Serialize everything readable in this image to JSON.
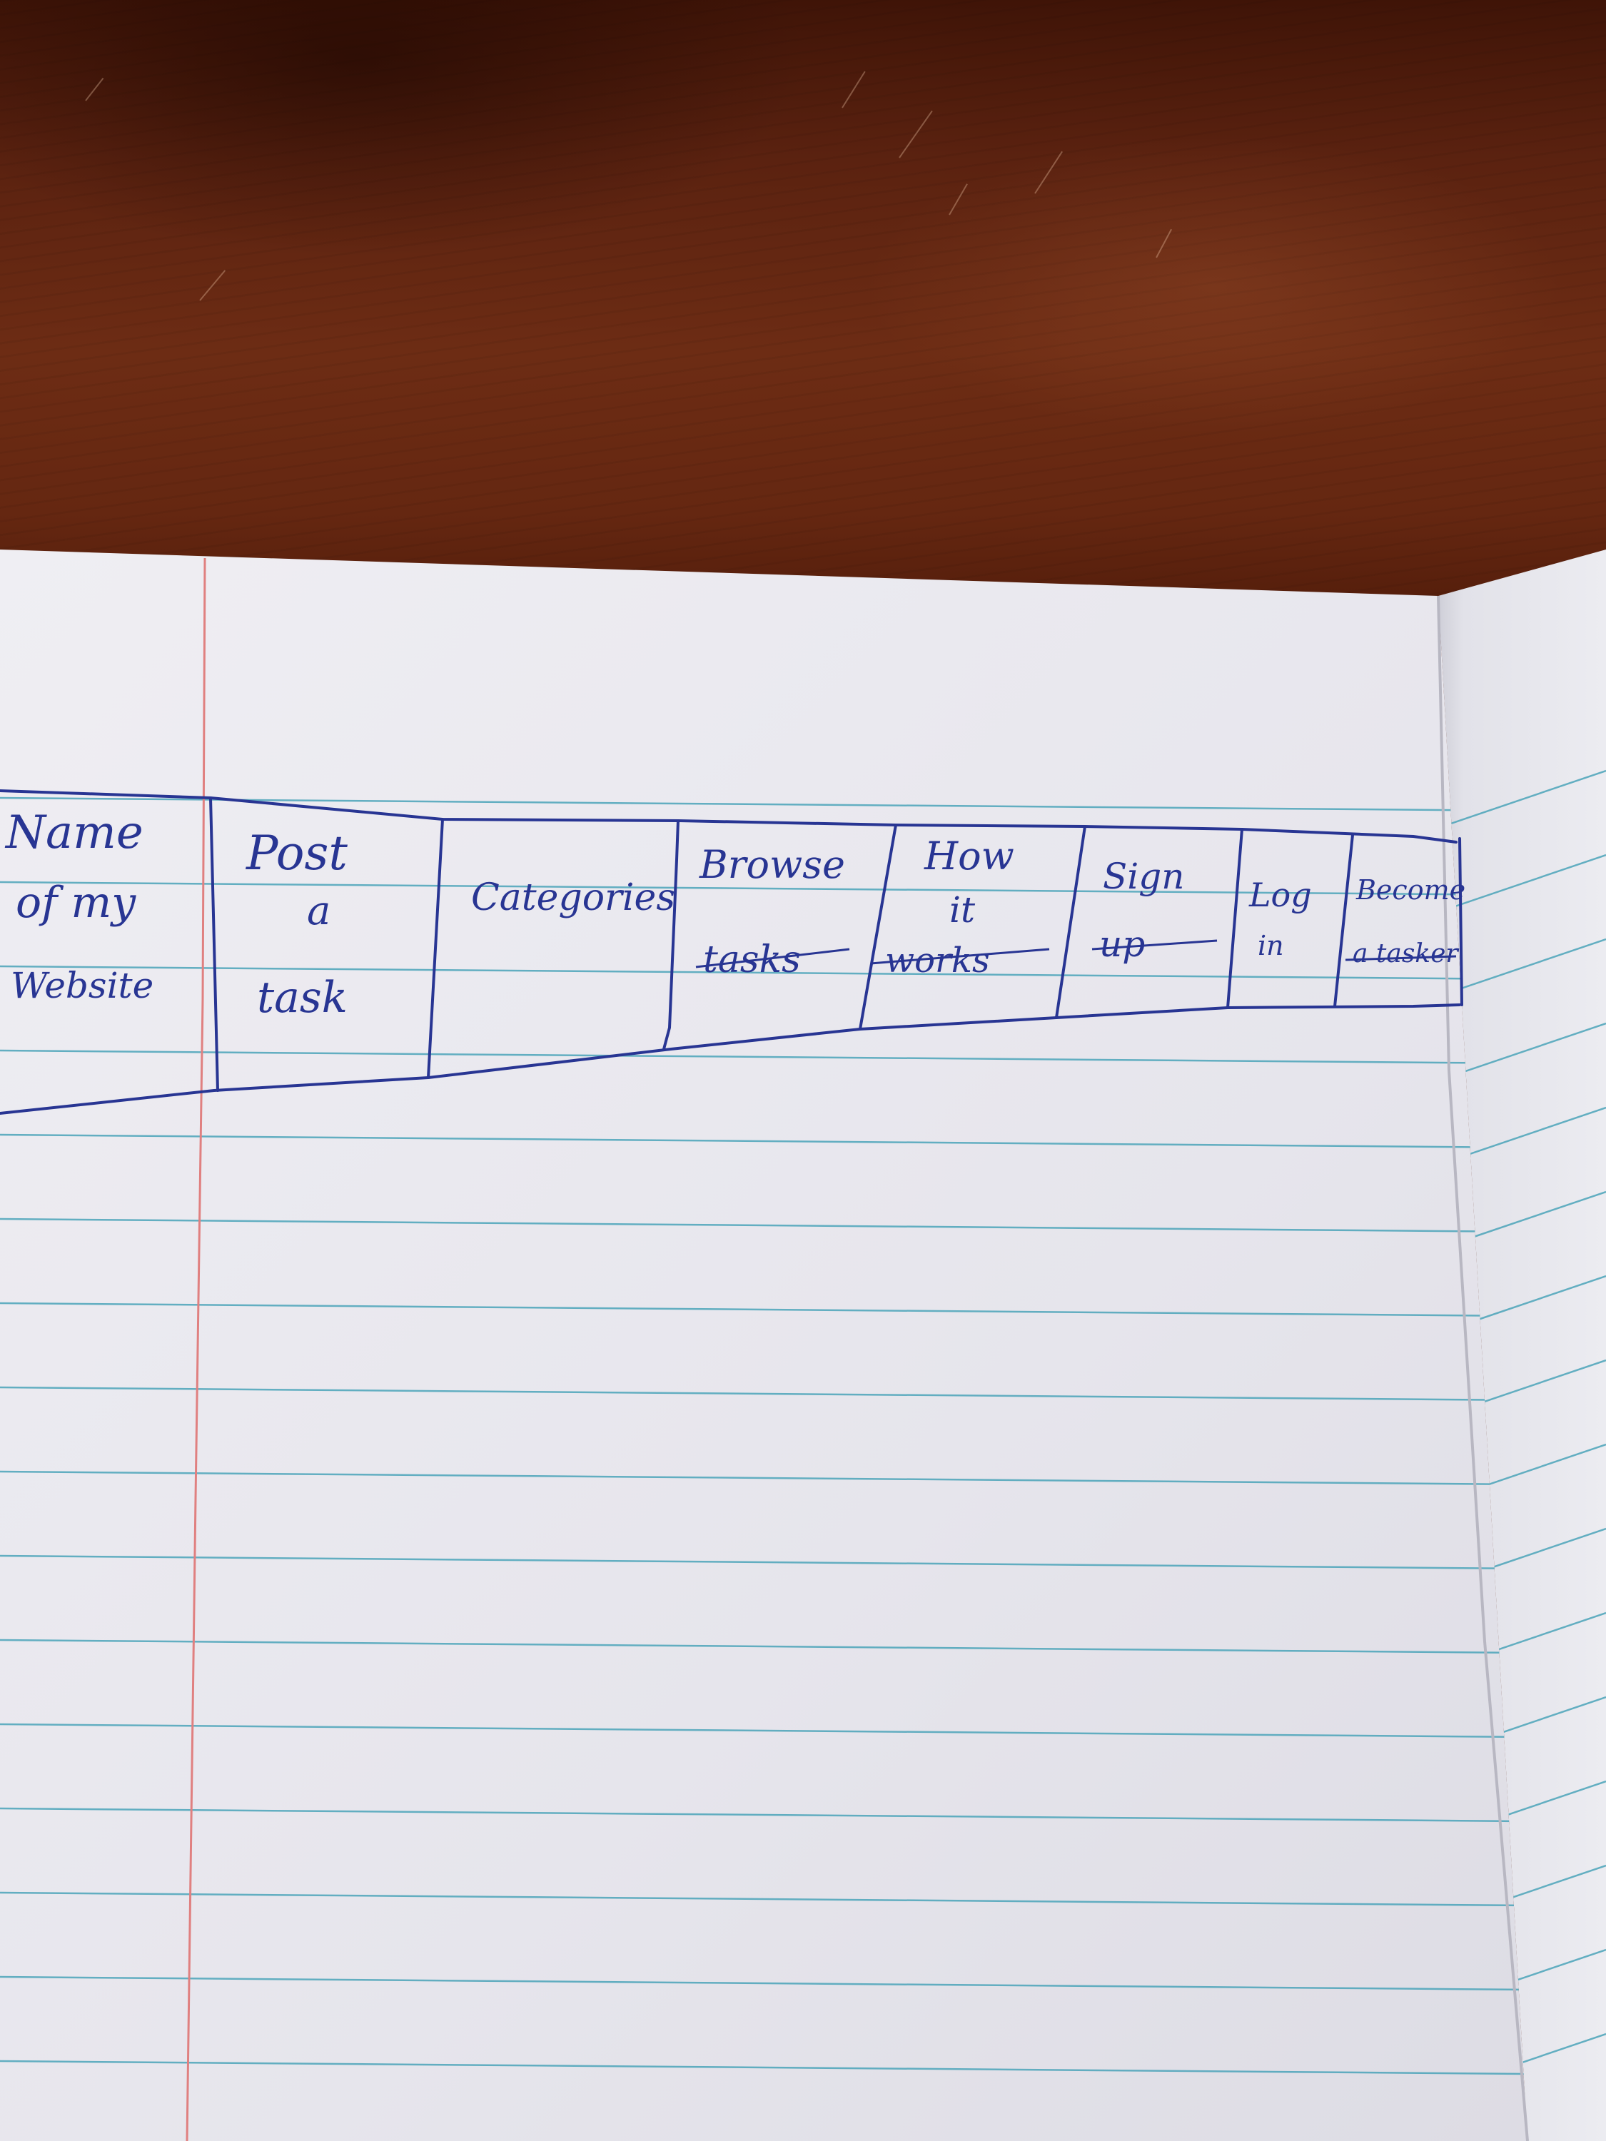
{
  "sketch": {
    "title": "Name of my Website",
    "title_lines": [
      "Name",
      "of my",
      "Website"
    ],
    "nav_items": [
      {
        "id": "post-a-task",
        "label": "Post a task",
        "lines": [
          "Post",
          "a",
          "task"
        ]
      },
      {
        "id": "categories",
        "label": "Categories",
        "lines": [
          "Categories"
        ]
      },
      {
        "id": "browse-tasks",
        "label": "Browse tasks",
        "lines": [
          "Browse",
          "tasks"
        ]
      },
      {
        "id": "how-it-works",
        "label": "How it works",
        "lines": [
          "How",
          "it",
          "works"
        ]
      },
      {
        "id": "sign-up",
        "label": "Sign up",
        "lines": [
          "Sign",
          "up"
        ]
      },
      {
        "id": "log-in",
        "label": "Log in",
        "lines": [
          "Log",
          "in"
        ]
      },
      {
        "id": "become-a-tasker",
        "label": "Become a tasker",
        "lines": [
          "Become",
          "a tasker"
        ]
      }
    ]
  },
  "colors": {
    "ink": "#283593",
    "paper": "#e9e8ee",
    "rule_line": "#4aa3b8",
    "margin_line": "#e08080",
    "table": "#5b2210"
  }
}
